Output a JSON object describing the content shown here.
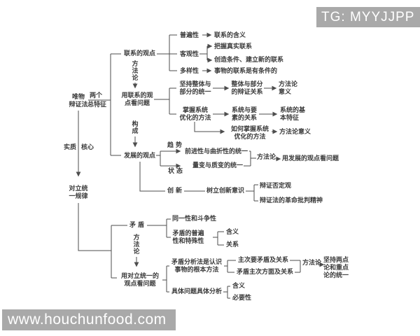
{
  "watermarks": {
    "telegram": "TG: MYYJJPP",
    "website": "www.houchunfood.com"
  },
  "diagram": {
    "root": "唯物\n辩证法",
    "root_edges": {
      "two": "两个",
      "general_features": "总特征",
      "essence": "实质",
      "core": "核心"
    },
    "connection": {
      "viewpoint": "联系的观点",
      "universality": "普遍性",
      "meaning": "联系的含义",
      "objectivity": "客观性",
      "grasp_real": "把握真实联系",
      "create_new": "创造条件、建立新的联系",
      "diversity": "多样性",
      "conditional": "事物的联系是有条件的",
      "methodology_vertical": "方\n法\n论",
      "use_viewpoint": "用联系的观\n点看问题",
      "whole_part_unity": "坚持整体与\n部分的统一",
      "whole_part_dialectic": "整体与部分\n的辩证关系",
      "methodology_meaning": "方法论\n意义",
      "system_optimization": "掌握系统\n优化的方法",
      "system_element_relation": "系统与要\n素的关系",
      "system_basic_features": "系统的基\n本特征",
      "how_to_optimize": "如何掌握系统\n优化的方法",
      "methodology_meaning2": "方法论意义",
      "composition_vertical": "构\n成"
    },
    "development": {
      "viewpoint": "发展的观点",
      "trend": "趋势",
      "forward_tortuous": "前进性与曲折性的统一",
      "state": "状态",
      "quantitative_qualitative": "量变与质变的统一",
      "methodology": "方法论",
      "use_viewpoint": "用发展的观点看问题",
      "innovation": "创新",
      "innovation_awareness": "树立创新意识",
      "dialectical_negation": "辩证否定观",
      "critical_spirit": "辩证法的革命批判精神"
    },
    "unity_of_opposites": {
      "law": "对立统\n一规律",
      "contradiction": "矛盾",
      "identity_struggle": "同一性和斗争性",
      "universality_particularity": "矛盾的普遍\n性和特殊性",
      "meaning": "含义",
      "relation": "关系",
      "methodology_vertical": "方\n法\n论",
      "use_viewpoint": "用对立统一的\n观点看问题",
      "analysis_method": "矛盾分析法是认识\n事物的根本方法",
      "primary_secondary_contradiction": "主次要矛盾及关系",
      "primary_secondary_aspects": "矛盾主次方面及关系",
      "methodology": "方法论",
      "two_points_theory": "坚持两点\n论和重点\n论的统一",
      "specific_analysis": "具体问题具体分析",
      "meaning2": "含义",
      "necessity": "必要性"
    }
  }
}
